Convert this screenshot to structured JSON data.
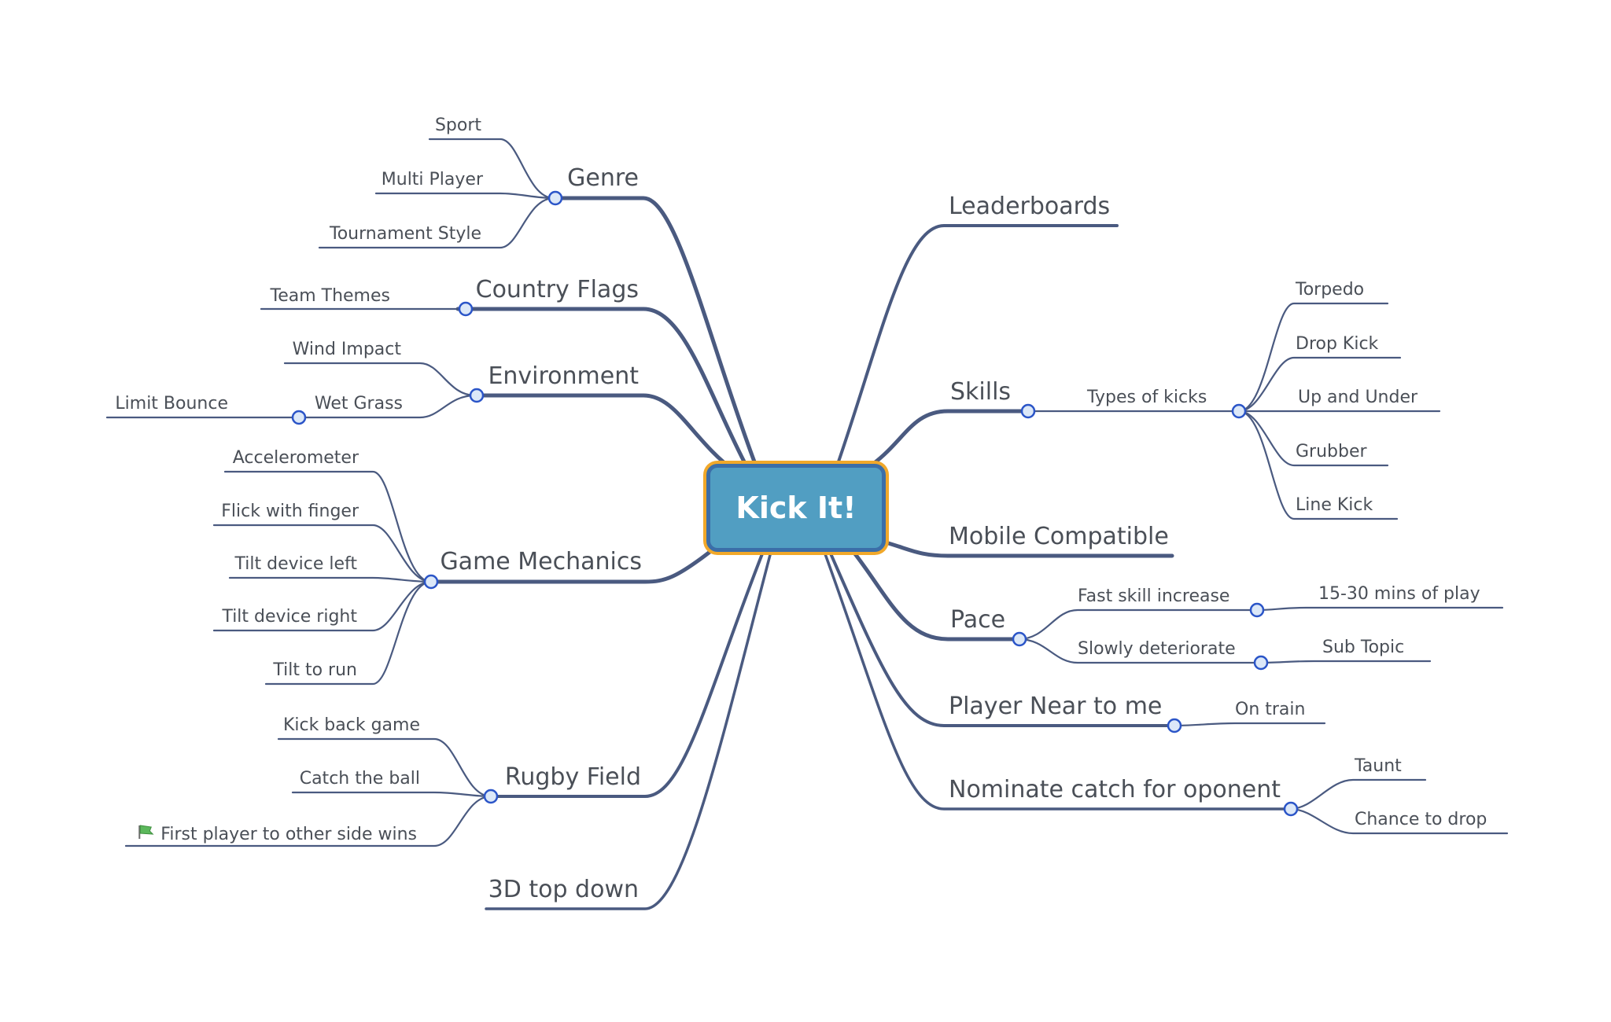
{
  "central": {
    "title": "Kick It!"
  },
  "branches": {
    "genre": {
      "label": "Genre",
      "children": [
        "Sport",
        "Multi Player",
        "Tournament Style"
      ]
    },
    "country_flags": {
      "label": "Country Flags",
      "children": [
        "Team Themes"
      ]
    },
    "environment": {
      "label": "Environment",
      "children": [
        "Wind Impact",
        "Wet Grass"
      ],
      "grandchildren": [
        "Limit Bounce"
      ]
    },
    "game_mechanics": {
      "label": "Game Mechanics",
      "children": [
        "Accelerometer",
        "Flick with finger",
        "Tilt device left",
        "Tilt device right",
        "Tilt to run"
      ]
    },
    "rugby_field": {
      "label": "Rugby Field",
      "children": [
        "Kick back game",
        "Catch the ball",
        "First player to other side wins"
      ]
    },
    "top_down": {
      "label": "3D top down"
    },
    "leaderboards": {
      "label": "Leaderboards"
    },
    "skills": {
      "label": "Skills",
      "children": [
        "Types of kicks"
      ],
      "grandchildren": [
        "Torpedo",
        "Drop Kick",
        "Up and Under",
        "Grubber",
        "Line Kick"
      ]
    },
    "mobile": {
      "label": "Mobile Compatible"
    },
    "pace": {
      "label": "Pace",
      "children": [
        "Fast skill increase",
        "Slowly deteriorate"
      ],
      "grandchildren": [
        "15-30 mins of play",
        "Sub Topic"
      ]
    },
    "player_near": {
      "label": "Player Near to me",
      "children": [
        "On train"
      ]
    },
    "nominate": {
      "label": "Nominate catch for oponent",
      "children": [
        "Taunt",
        "Chance to drop"
      ]
    }
  },
  "colors": {
    "line": "#4a5a80",
    "node": "#2b55c8",
    "node_fill": "#dce8f8",
    "central_fill": "#519ec2",
    "central_border": "#3b6ea8",
    "central_glow": "#f1a82a",
    "text": "#4a4f57"
  },
  "icons": {
    "first_player": "green-flag-icon"
  }
}
